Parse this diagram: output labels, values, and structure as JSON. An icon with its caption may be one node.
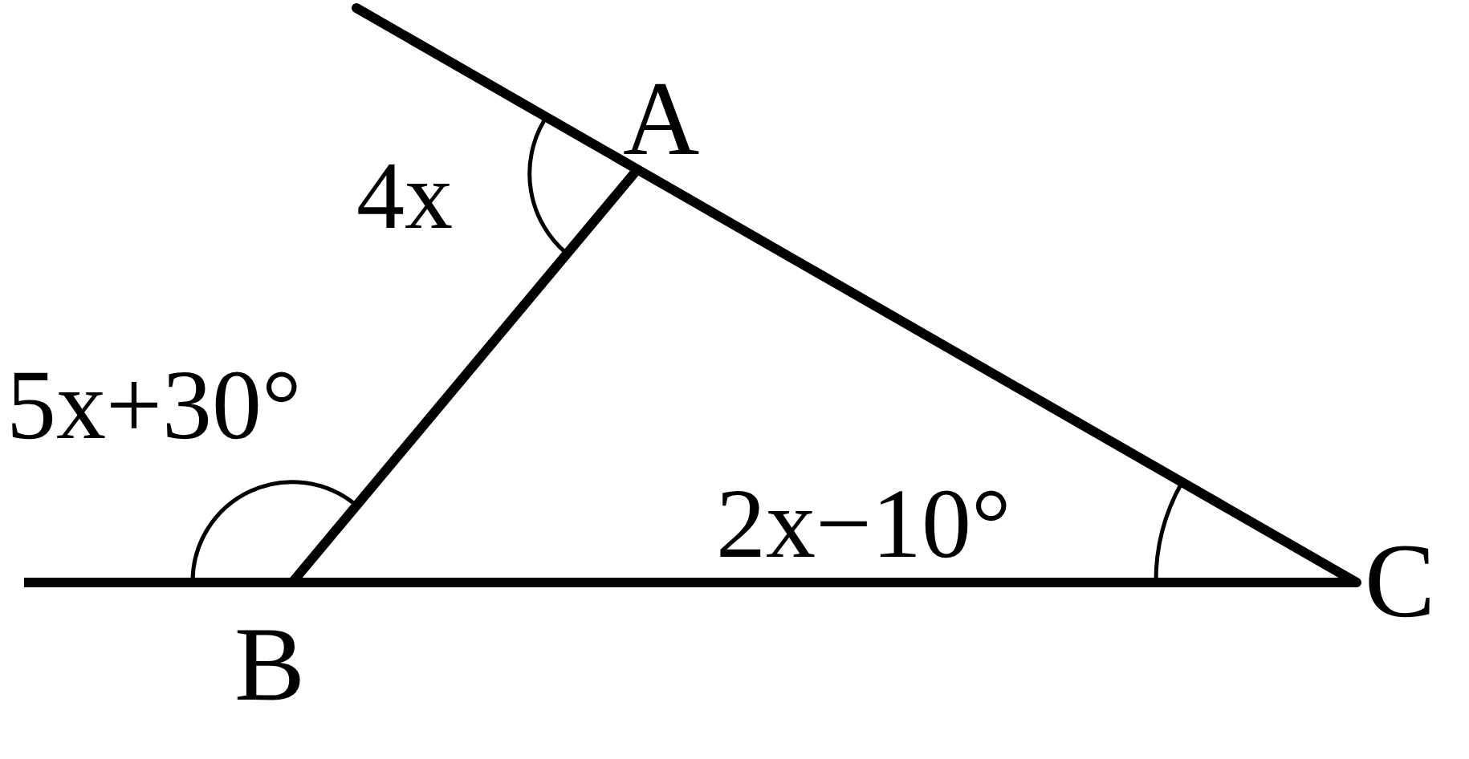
{
  "diagram": {
    "labels": [
      "A",
      "4x",
      "5x+30°",
      "2x−10°",
      "B",
      "C"
    ]
  }
}
